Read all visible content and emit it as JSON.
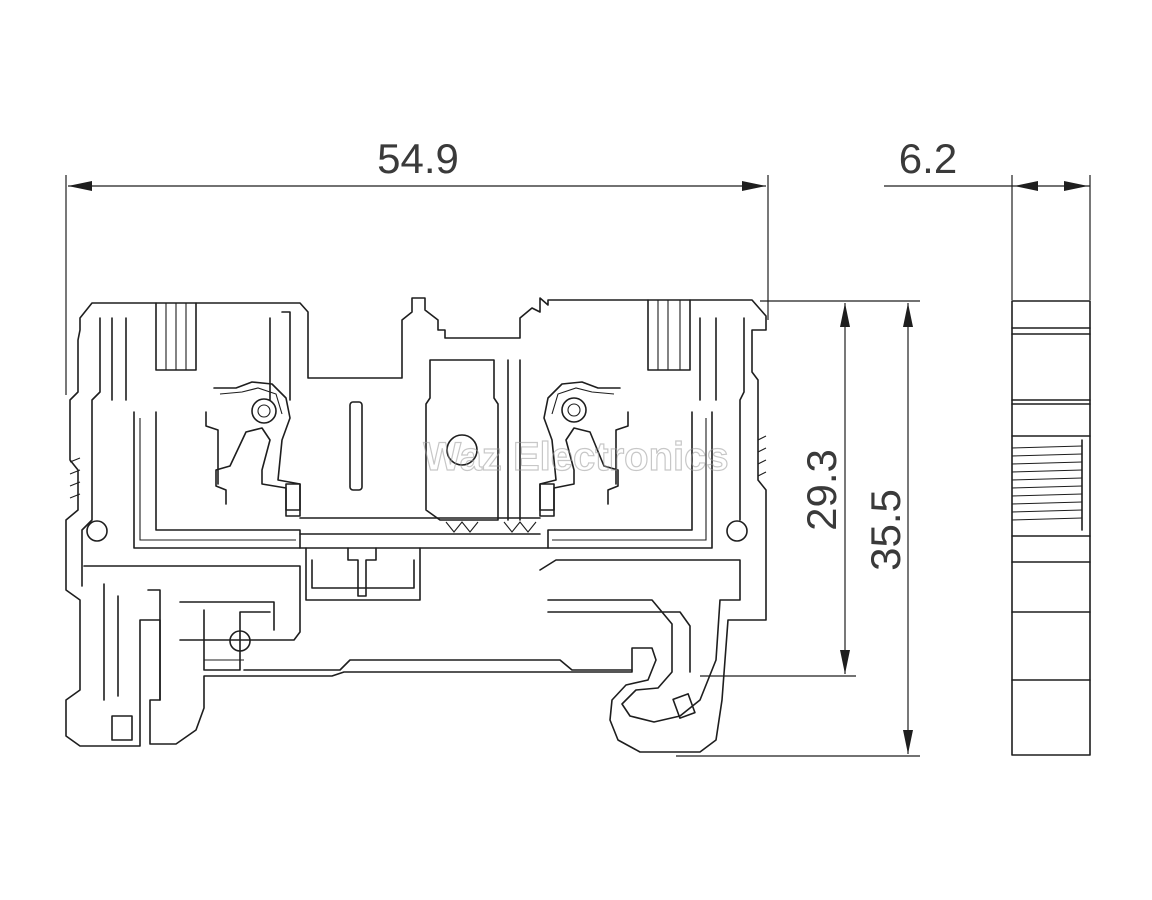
{
  "dimensions": {
    "length": "54.9",
    "thickness": "6.2",
    "height_inner": "29.3",
    "height_overall": "35.5"
  },
  "watermark": "Waz Electronics"
}
